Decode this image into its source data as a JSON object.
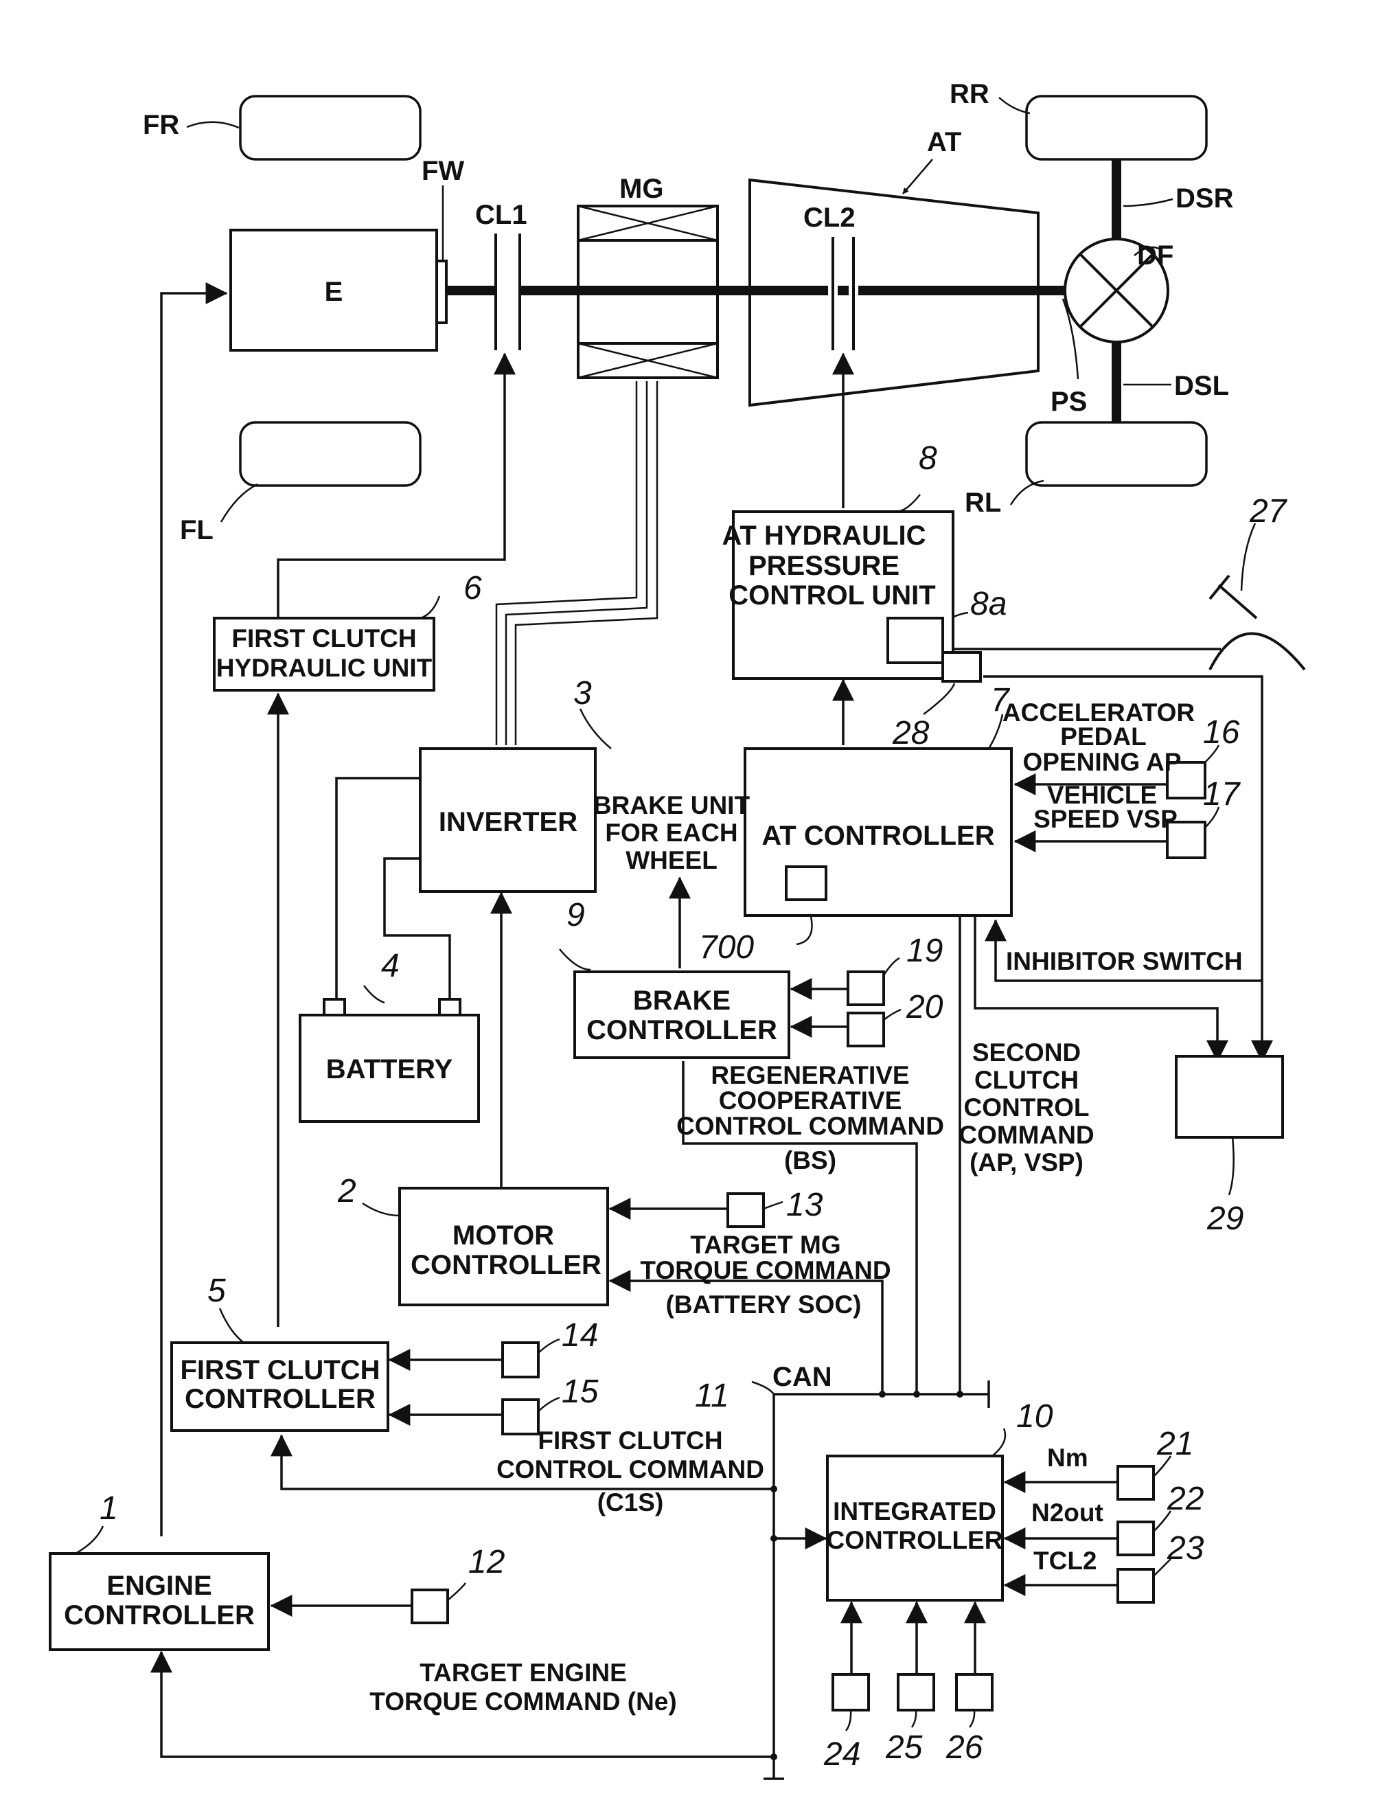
{
  "components": {
    "engine": "E",
    "first_clutch": "CL1",
    "motor_generator": "MG",
    "second_clutch": "CL2",
    "automatic_transmission": "AT",
    "flywheel": "FW",
    "differential": "DF",
    "propeller_shaft": "PS",
    "drive_shaft_right": "DSR",
    "drive_shaft_left": "DSL",
    "wheel_front_right": "FR",
    "wheel_front_left": "FL",
    "wheel_rear_right": "RR",
    "wheel_rear_left": "RL"
  },
  "blocks": {
    "at_hydraulic": [
      "AT HYDRAULIC",
      "PRESSURE",
      "CONTROL UNIT"
    ],
    "first_clutch_hydraulic": [
      "FIRST CLUTCH",
      "HYDRAULIC UNIT"
    ],
    "inverter": "INVERTER",
    "at_controller": "AT CONTROLLER",
    "battery": "BATTERY",
    "brake_controller": [
      "BRAKE",
      "CONTROLLER"
    ],
    "motor_controller": [
      "MOTOR",
      "CONTROLLER"
    ],
    "first_clutch_controller": [
      "FIRST CLUTCH",
      "CONTROLLER"
    ],
    "integrated_controller": [
      "INTEGRATED",
      "CONTROLLER"
    ],
    "engine_controller": [
      "ENGINE",
      "CONTROLLER"
    ]
  },
  "signals": {
    "accelerator": [
      "ACCELERATOR",
      "PEDAL",
      "OPENING AP"
    ],
    "vehicle_speed": [
      "VEHICLE",
      "SPEED VSP"
    ],
    "inhibitor_switch": "INHIBITOR SWITCH",
    "brake_unit": [
      "BRAKE UNIT",
      "FOR EACH",
      "WHEEL"
    ],
    "regen_command": [
      "REGENERATIVE",
      "COOPERATIVE",
      "CONTROL COMMAND",
      "(BS)"
    ],
    "second_clutch_command": [
      "SECOND",
      "CLUTCH",
      "CONTROL",
      "COMMAND",
      "(AP, VSP)"
    ],
    "target_mg": [
      "TARGET MG",
      "TORQUE COMMAND",
      "(BATTERY SOC)"
    ],
    "can": "CAN",
    "first_clutch_command": [
      "FIRST CLUTCH",
      "CONTROL COMMAND",
      "(C1S)"
    ],
    "target_engine": [
      "TARGET ENGINE",
      "TORQUE COMMAND (Ne)"
    ],
    "nm": "Nm",
    "n2out": "N2out",
    "tcl2": "TCL2"
  },
  "refs": {
    "r1": "1",
    "r2": "2",
    "r3": "3",
    "r4": "4",
    "r5": "5",
    "r6": "6",
    "r7": "7",
    "r8": "8",
    "r8a": "8a",
    "r9": "9",
    "r10": "10",
    "r11": "11",
    "r12": "12",
    "r13": "13",
    "r14": "14",
    "r15": "15",
    "r16": "16",
    "r17": "17",
    "r19": "19",
    "r20": "20",
    "r21": "21",
    "r22": "22",
    "r23": "23",
    "r24": "24",
    "r25": "25",
    "r26": "26",
    "r27": "27",
    "r28": "28",
    "r29": "29",
    "r700": "700"
  }
}
